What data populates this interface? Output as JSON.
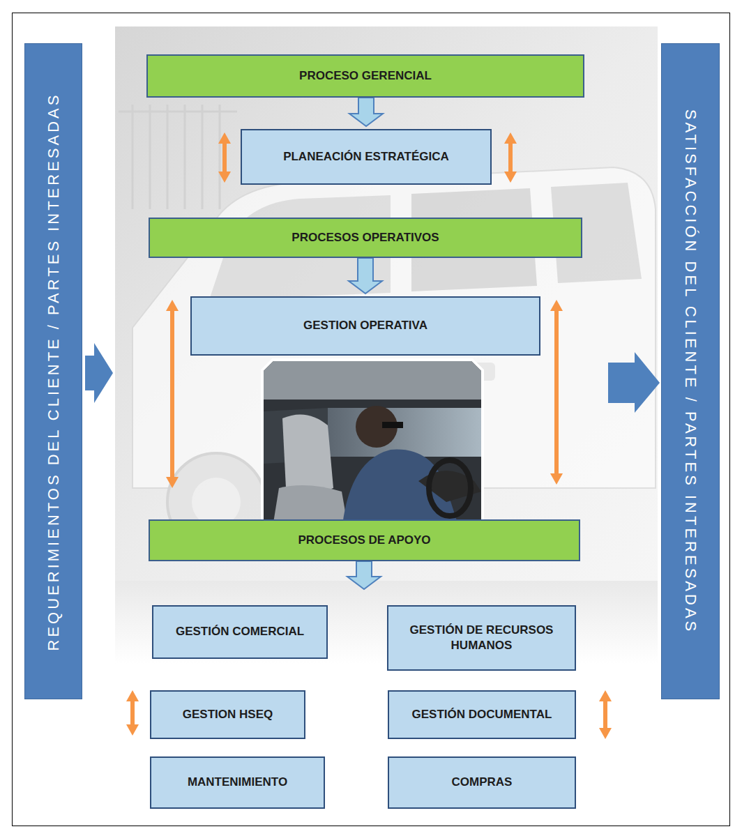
{
  "diagram": {
    "nodes": [
      {
        "text": [
          "REQUERIMIENTOS DEL CLIENTE / PARTES INTERESADAS"
        ]
      },
      {
        "text": [
          "PROCESO GERENCIAL"
        ]
      },
      {
        "text": [
          "PLANEACIÓN ESTRATÉGICA"
        ]
      },
      {
        "text": [
          "PROCESOS OPERATIVOS"
        ]
      },
      {
        "text": [
          "GESTION OPERATIVA"
        ]
      },
      {
        "text": [
          "PROCESOS DE APOYO"
        ]
      },
      {
        "text": [
          "GESTIÓN COMERCIAL"
        ]
      },
      {
        "text": [
          "GESTIÓN DE RECURSOS HUMANOS"
        ]
      },
      {
        "text": [
          "GESTION HSEQ"
        ]
      },
      {
        "text": [
          "GESTIÓN DOCUMENTAL"
        ]
      },
      {
        "text": [
          "MANTENIMIENTO"
        ]
      },
      {
        "text": [
          "COMPRAS"
        ]
      },
      {
        "text": [
          "SATISFACCIÓN DEL CLIENTE / PARTES INTERESADAS"
        ]
      }
    ],
    "edges": [
      {
        "from": 1,
        "to": 2,
        "arrow": "to"
      },
      {
        "from": 3,
        "to": 4,
        "arrow": "to"
      }
    ]
  }
}
